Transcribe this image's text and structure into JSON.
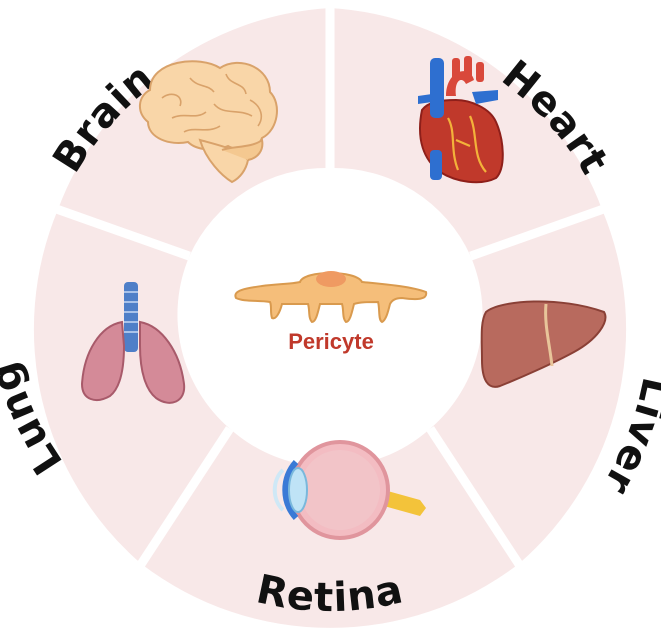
{
  "center": {
    "label": "Pericyte"
  },
  "segments": [
    {
      "id": "brain",
      "label": "Brain"
    },
    {
      "id": "heart",
      "label": "Heart"
    },
    {
      "id": "liver",
      "label": "Liver"
    },
    {
      "id": "retina",
      "label": "Retina"
    },
    {
      "id": "lung",
      "label": "Lung"
    }
  ],
  "colors": {
    "segment_fill": "#f8e8e8",
    "separator": "#ffffff",
    "label_text": "#111111",
    "center_text": "#c0392b",
    "pericyte_fill": "#f5be7a",
    "pericyte_nucleus": "#ef9a62"
  },
  "icons": [
    "brain-icon",
    "heart-icon",
    "liver-icon",
    "eye-icon",
    "lungs-icon",
    "pericyte-cell-icon"
  ]
}
